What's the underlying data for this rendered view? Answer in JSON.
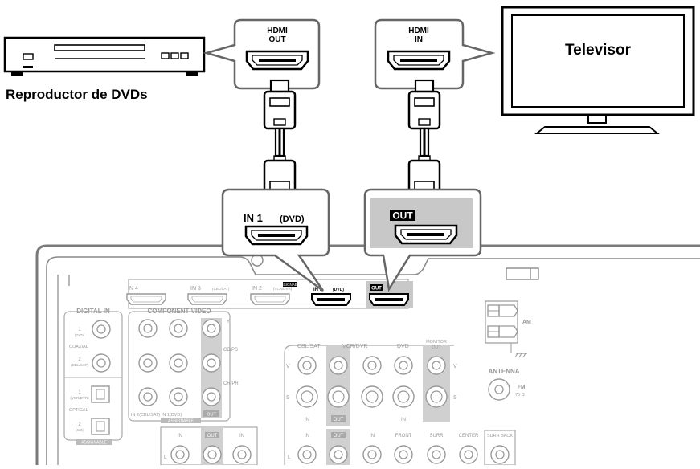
{
  "devices": {
    "dvd_player_label": "Reproductor de DVDs",
    "tv_label": "Televisor"
  },
  "callouts": {
    "dvd_hdmi_out": [
      "HDMI",
      "OUT"
    ],
    "tv_hdmi_in": [
      "HDMI",
      "IN"
    ],
    "receiver_in1": "IN 1",
    "receiver_in1_sub": "(DVD)",
    "receiver_out": "OUT"
  },
  "receiver_panel": {
    "hdmi_row": {
      "in4": "IN 4",
      "in3": "IN 3",
      "in3_sub": "(CBL/SAT)",
      "in2": "IN 2",
      "in2_sub": "(VCR/DVR)",
      "in1": "IN 1",
      "in1_sub": "(DVD)",
      "out": "OUT",
      "assignable": "ASSIGNABLE"
    },
    "digital_in": {
      "title": "DIGITAL IN",
      "coax1_num": "1",
      "coax1_sub": "(DVD)",
      "coaxial": "COAXIAL",
      "coax2_num": "2",
      "coax2_sub": "(CBL/SAT)",
      "opt1_num": "1",
      "opt1_sub": "(VCR/DVR)",
      "optical": "OPTICAL",
      "opt2_num": "2",
      "opt2_sub": "(CD)",
      "assignable": "ASSIGNABLE"
    },
    "component_video": {
      "title": "COMPONENT VIDEO",
      "y": "Y",
      "cb": "CB/PB",
      "cr": "CR/PR",
      "bottom_label": "IN 2(CBL/SAT) IN 1(DVD)",
      "out": "OUT",
      "assignable": "ASSIGNABLE"
    },
    "av": {
      "cbl_sat": "CBL/SAT",
      "vcr_dvr": "VCR/DVR",
      "dvd": "DVD",
      "monitor_out": [
        "MONITOR",
        "OUT"
      ],
      "v": "V",
      "s": "S",
      "in_a": "IN",
      "out_a": "OUT",
      "in_b": "IN"
    },
    "bottom_row": {
      "in1": "IN",
      "out1": "OUT",
      "in2": "IN",
      "in3": "IN",
      "out3": "OUT",
      "in4": "IN",
      "front": "FRONT",
      "surr": "SURR",
      "center": "CENTER",
      "surr_back": "SURR BACK",
      "l1": "L",
      "l2": "L"
    },
    "antenna": {
      "am": "AM",
      "title": "ANTENNA",
      "fm": "FM",
      "fm_ohm": "75 Ω"
    }
  }
}
